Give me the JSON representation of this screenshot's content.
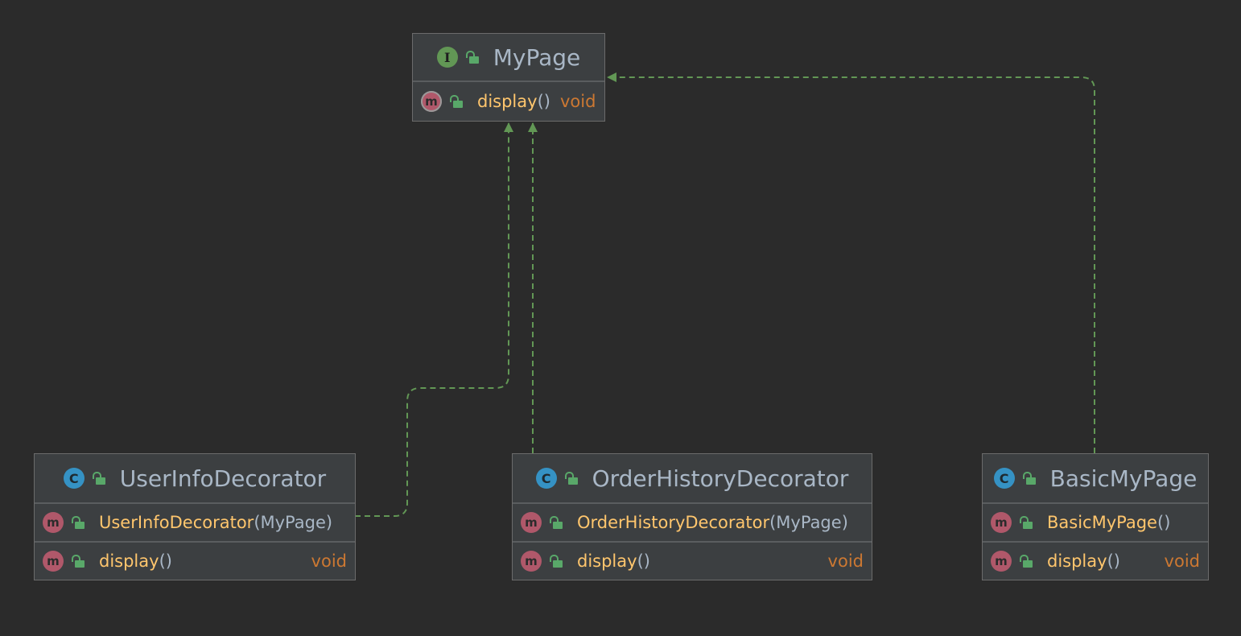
{
  "colors": {
    "background": "#2b2b2b",
    "node_fill": "#3c3f41",
    "edge": "#629755",
    "method_name": "#ffc66d",
    "return_type": "#cc7832",
    "class_name": "#a9b7c6"
  },
  "nodes": {
    "mypage": {
      "kind_icon": "interface-icon",
      "kind_letter": "I",
      "name": "MyPage",
      "methods": [
        {
          "icon": "abstract-method-icon",
          "name": "display",
          "params": "",
          "return": "void"
        }
      ]
    },
    "userinfo": {
      "kind_icon": "class-icon",
      "kind_letter": "C",
      "name": "UserInfoDecorator",
      "methods": [
        {
          "icon": "method-icon",
          "name": "UserInfoDecorator",
          "params": "MyPage",
          "return": ""
        },
        {
          "icon": "method-icon",
          "name": "display",
          "params": "",
          "return": "void"
        }
      ]
    },
    "orderhistory": {
      "kind_icon": "class-icon",
      "kind_letter": "C",
      "name": "OrderHistoryDecorator",
      "methods": [
        {
          "icon": "method-icon",
          "name": "OrderHistoryDecorator",
          "params": "MyPage",
          "return": ""
        },
        {
          "icon": "method-icon",
          "name": "display",
          "params": "",
          "return": "void"
        }
      ]
    },
    "basic": {
      "kind_icon": "class-icon",
      "kind_letter": "C",
      "name": "BasicMyPage",
      "methods": [
        {
          "icon": "method-icon",
          "name": "BasicMyPage",
          "params": "",
          "return": ""
        },
        {
          "icon": "method-icon",
          "name": "display",
          "params": "",
          "return": "void"
        }
      ]
    }
  },
  "method_letter": "m",
  "paren_open": "(",
  "paren_close": ")",
  "edges": [
    {
      "from": "userinfo",
      "to": "mypage",
      "type": "implements"
    },
    {
      "from": "orderhistory",
      "to": "mypage",
      "type": "implements"
    },
    {
      "from": "basic",
      "to": "mypage",
      "type": "implements"
    }
  ]
}
